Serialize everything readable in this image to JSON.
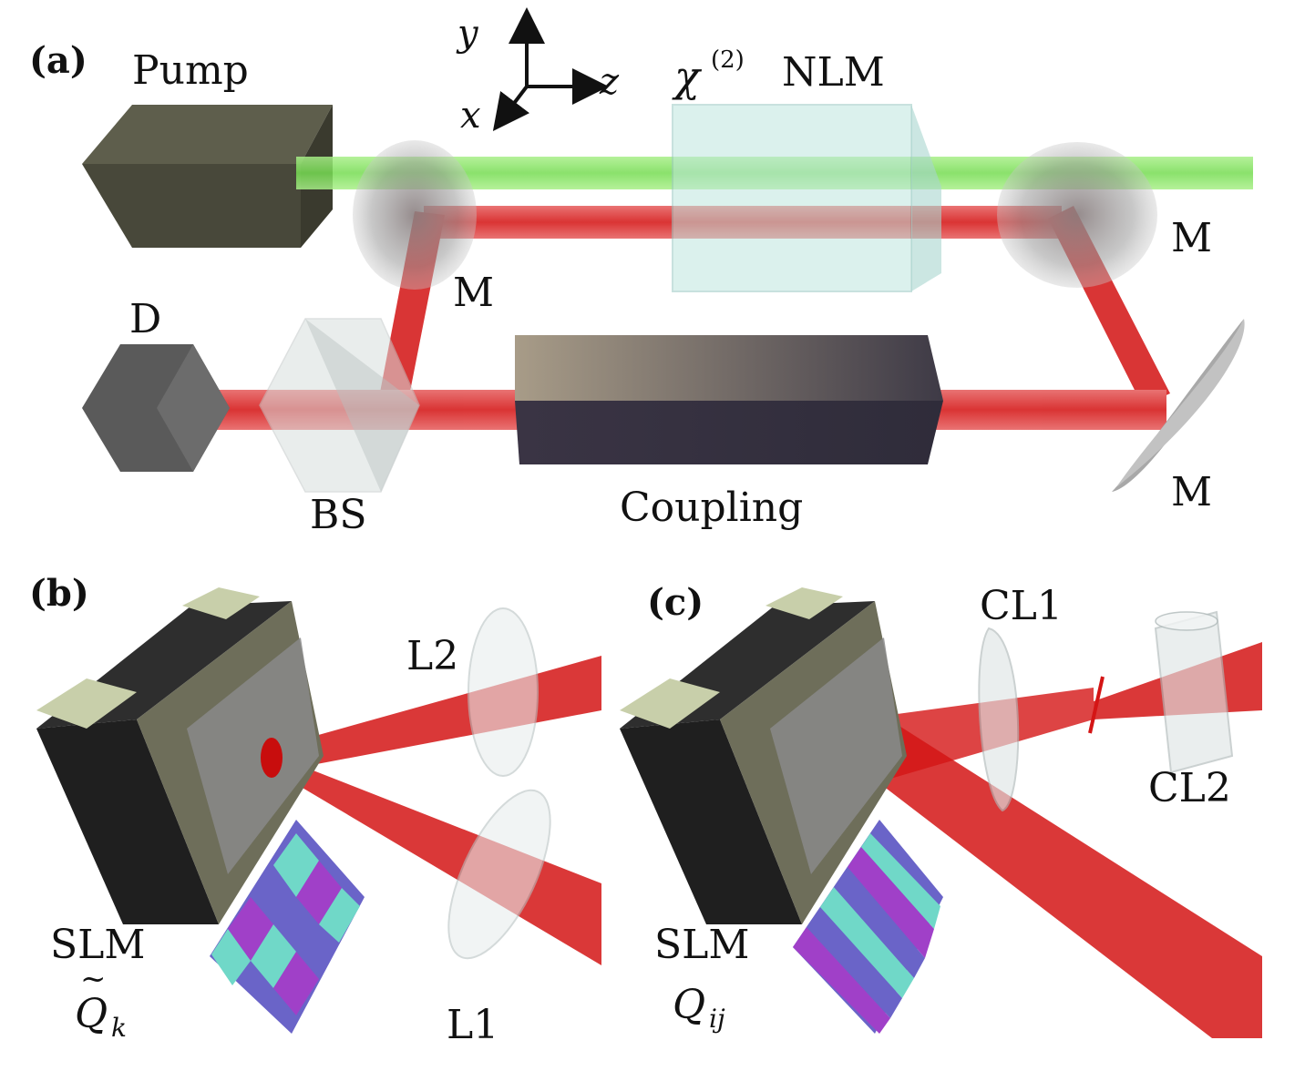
{
  "panels": {
    "a": "(a)",
    "b": "(b)",
    "c": "(c)"
  },
  "labels_a": {
    "pump": "Pump",
    "nlm_chi": "χ",
    "nlm_sup": "(2)",
    "nlm": "NLM",
    "mirror_top_left": "M",
    "mirror_top_right": "M",
    "mirror_bottom_right": "M",
    "detector": "D",
    "beam_splitter": "BS",
    "coupling": "Coupling"
  },
  "axes": {
    "y": "y",
    "z": "z",
    "x": "x"
  },
  "labels_b": {
    "slm": "SLM",
    "q_main": "Q",
    "q_sub": "k",
    "q_tilde": "~",
    "lens2": "L2",
    "lens1": "L1"
  },
  "labels_c": {
    "slm": "SLM",
    "q_main": "Q",
    "q_sub": "ij",
    "cl1": "CL1",
    "cl2": "CL2"
  },
  "colors": {
    "beam_red": "#d81414",
    "beam_green": "#7de05a",
    "pump_box": "#4a4a3c",
    "crystal": "#bfe3df",
    "coupling_light": "#9c9080",
    "coupling_dark": "#3c3848",
    "slm_body": "#252525",
    "slm_frame": "#6e6e58",
    "slm_tab": "#c8cfaa",
    "mask_purple": "#a040c8",
    "mask_blue": "#6070d0",
    "mask_teal": "#70d8c8"
  }
}
